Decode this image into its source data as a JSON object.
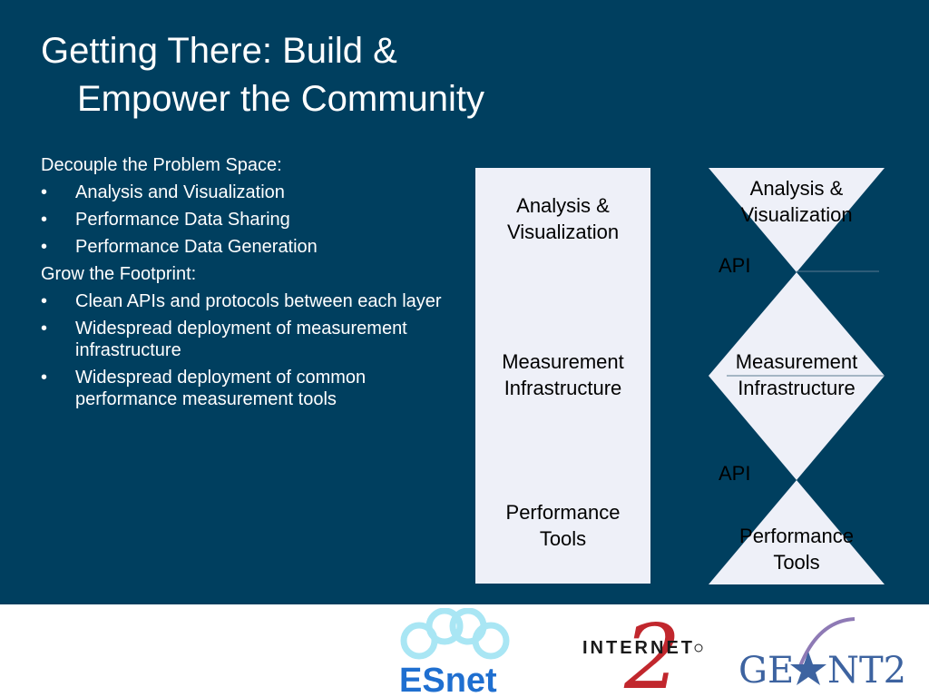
{
  "slide": {
    "title_line1": "Getting There: Build &",
    "title_line2": "Empower the Community",
    "section1_heading": "Decouple the Problem Space:",
    "section1_bullets": [
      "Analysis and Visualization",
      "Performance Data Sharing",
      "Performance Data Generation"
    ],
    "section2_heading": "Grow the Footprint:",
    "section2_bullets": [
      "Clean APIs and protocols between each layer",
      "Widespread deployment of measurement infrastructure",
      "Widespread deployment of common performance measurement tools"
    ],
    "bullet_char": "•"
  },
  "stack": {
    "layer1_line1": "Analysis &",
    "layer1_line2": "Visualization",
    "layer2_line1": "Measurement",
    "layer2_line2": "Infrastructure",
    "layer3_line1": "Performance",
    "layer3_line2": "Tools"
  },
  "hourglass": {
    "top_line1": "Analysis &",
    "top_line2": "Visualization",
    "api_top": "API",
    "middle_line1": "Measurement",
    "middle_line2": "Infrastructure",
    "api_bottom": "API",
    "bottom_line1": "Performance",
    "bottom_line2": "Tools"
  },
  "logos": {
    "esnet": "ESnet",
    "internet2_word": "INTERNET",
    "internet2_numeral": "2",
    "geant_left": "GE",
    "geant_right": "NT2"
  },
  "colors": {
    "slide_background": "#003f5f",
    "panel_fill": "#eef0f8",
    "esnet_blue": "#1f6fd0",
    "esnet_rings": "#a9e6f4",
    "internet2_red": "#c1272d",
    "geant_blue": "#3d63a0"
  }
}
